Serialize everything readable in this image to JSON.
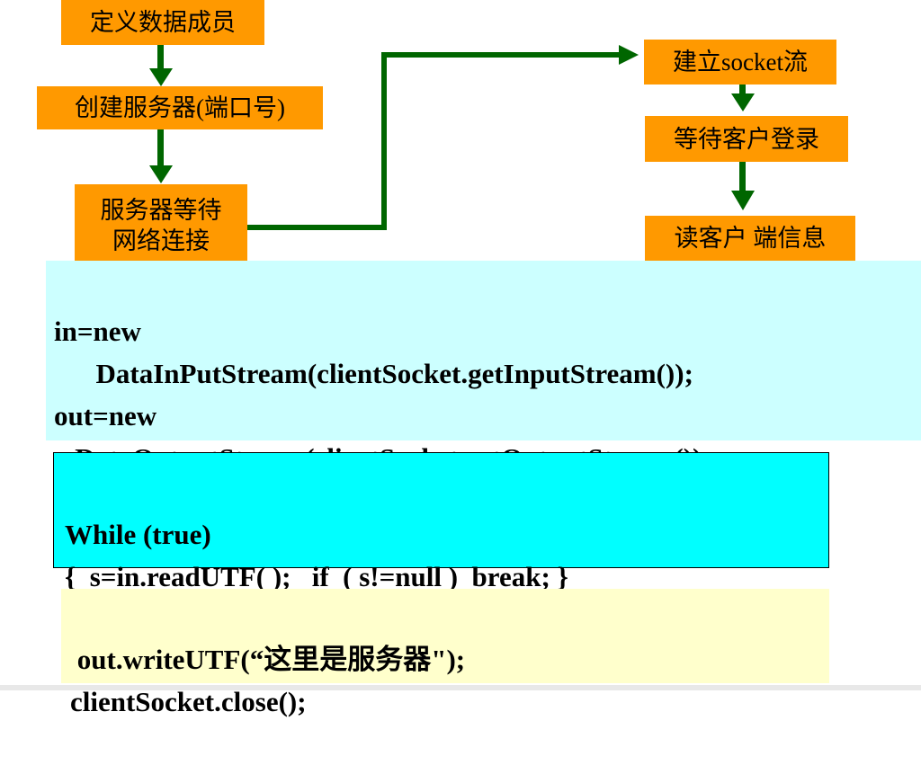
{
  "flow_left": {
    "step1": "定义数据成员",
    "step2": "创建服务器(端口号)",
    "step3_line1": "服务器等待",
    "step3_line2": "网络连接"
  },
  "flow_right": {
    "step1": "建立socket流",
    "step2": "等待客户登录",
    "step3": "读客户 端信息"
  },
  "code_streams": {
    "line1": "in=new",
    "line2": "      DataInPutStream(clientSocket.getInputStream());",
    "line3": "out=new",
    "line4": "   DataOutputStream(clientSocket.getOutputStream());"
  },
  "code_loop": {
    "line1": "While (true)",
    "line2": "{  s=in.readUTF( );   if  ( s!=null )  break; }"
  },
  "code_write": {
    "line1": " out.writeUTF(“这里是服务器\");",
    "line2": "clientSocket.close();"
  },
  "colors": {
    "box_fill": "#ff9900",
    "arrow": "#006600",
    "streams_bg": "#ccffff",
    "loop_bg": "#00ffff",
    "write_bg": "#ffffcc"
  }
}
